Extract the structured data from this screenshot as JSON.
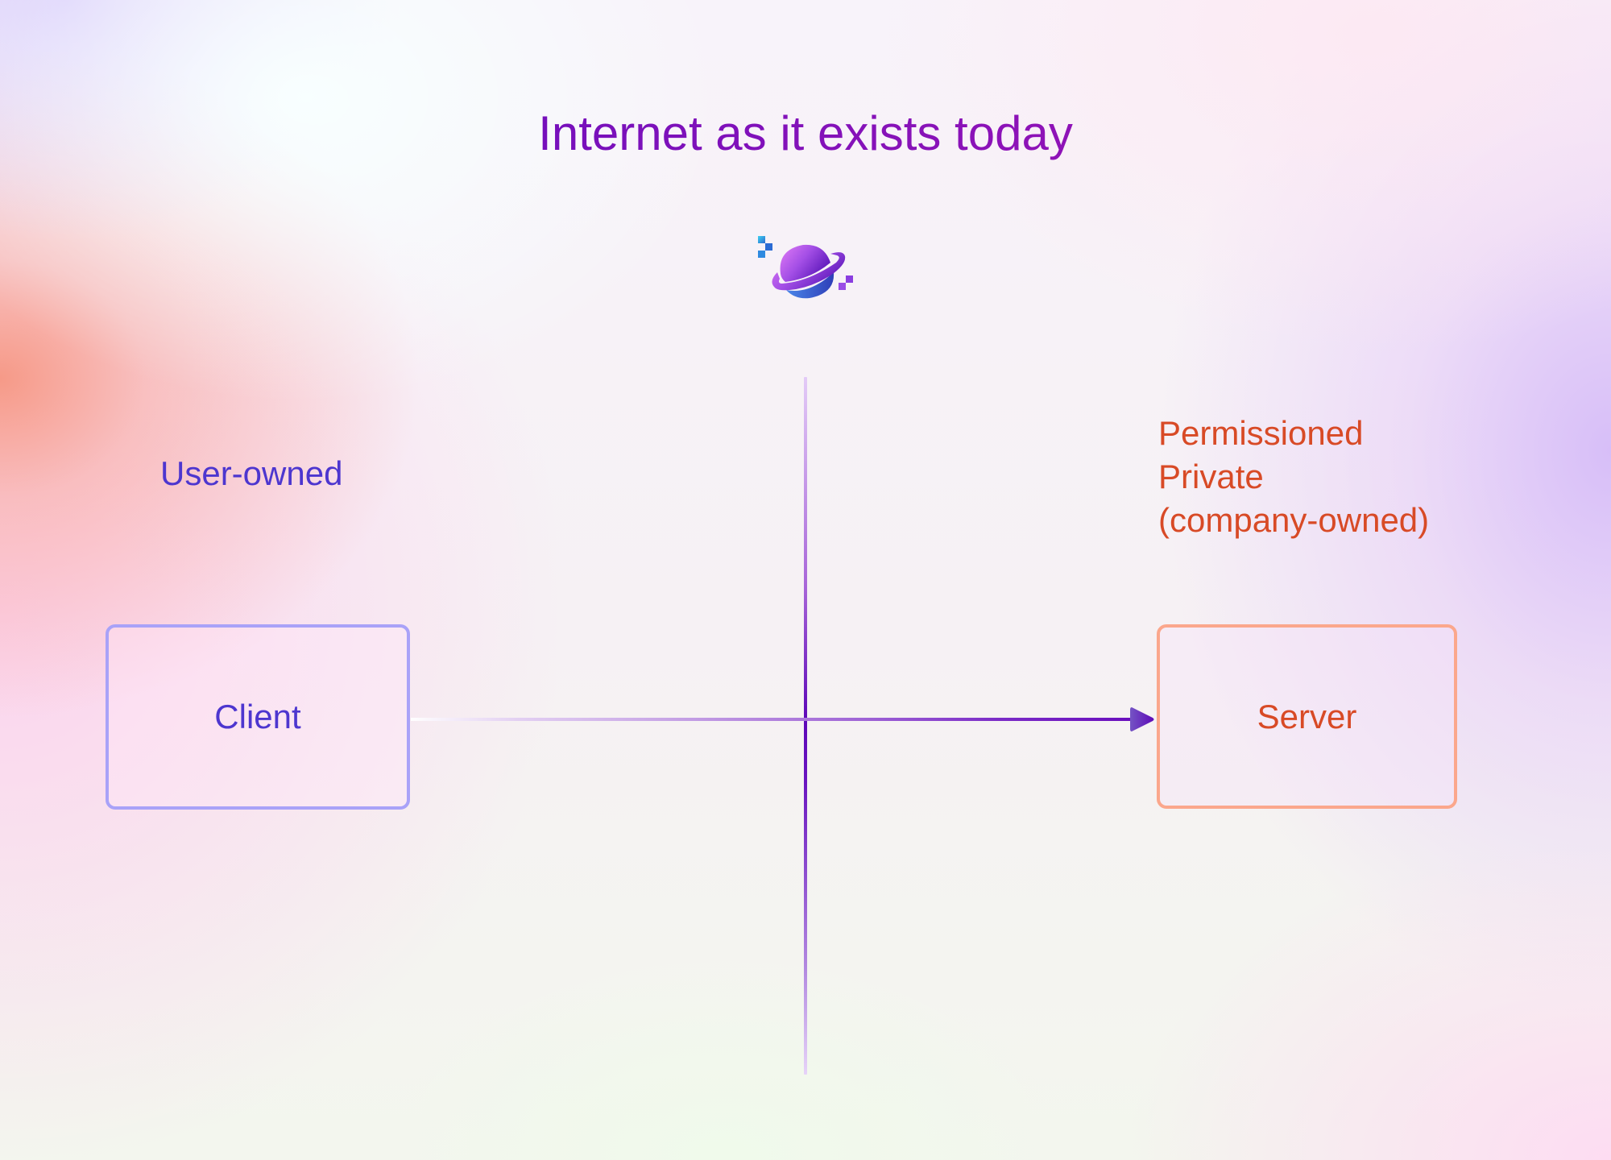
{
  "diagram": {
    "title": "Internet as it exists today",
    "icon": "planet-logo-icon",
    "left_column": {
      "heading": "User-owned",
      "node_label": "Client"
    },
    "right_column": {
      "heading_lines": [
        "Permissioned",
        "Private",
        "(company-owned)"
      ],
      "node_label": "Server"
    },
    "edges": [
      {
        "from": "Client",
        "to": "Server",
        "type": "arrow"
      }
    ],
    "divider": "vertical-line"
  },
  "colors": {
    "title_start": "#5d0bbf",
    "title_end": "#a612b0",
    "client_text": "#4d36cf",
    "client_border": "#a9a2f8",
    "server_text": "#d84a26",
    "server_border": "#fba78c",
    "arrow": "#6a0fbd"
  }
}
